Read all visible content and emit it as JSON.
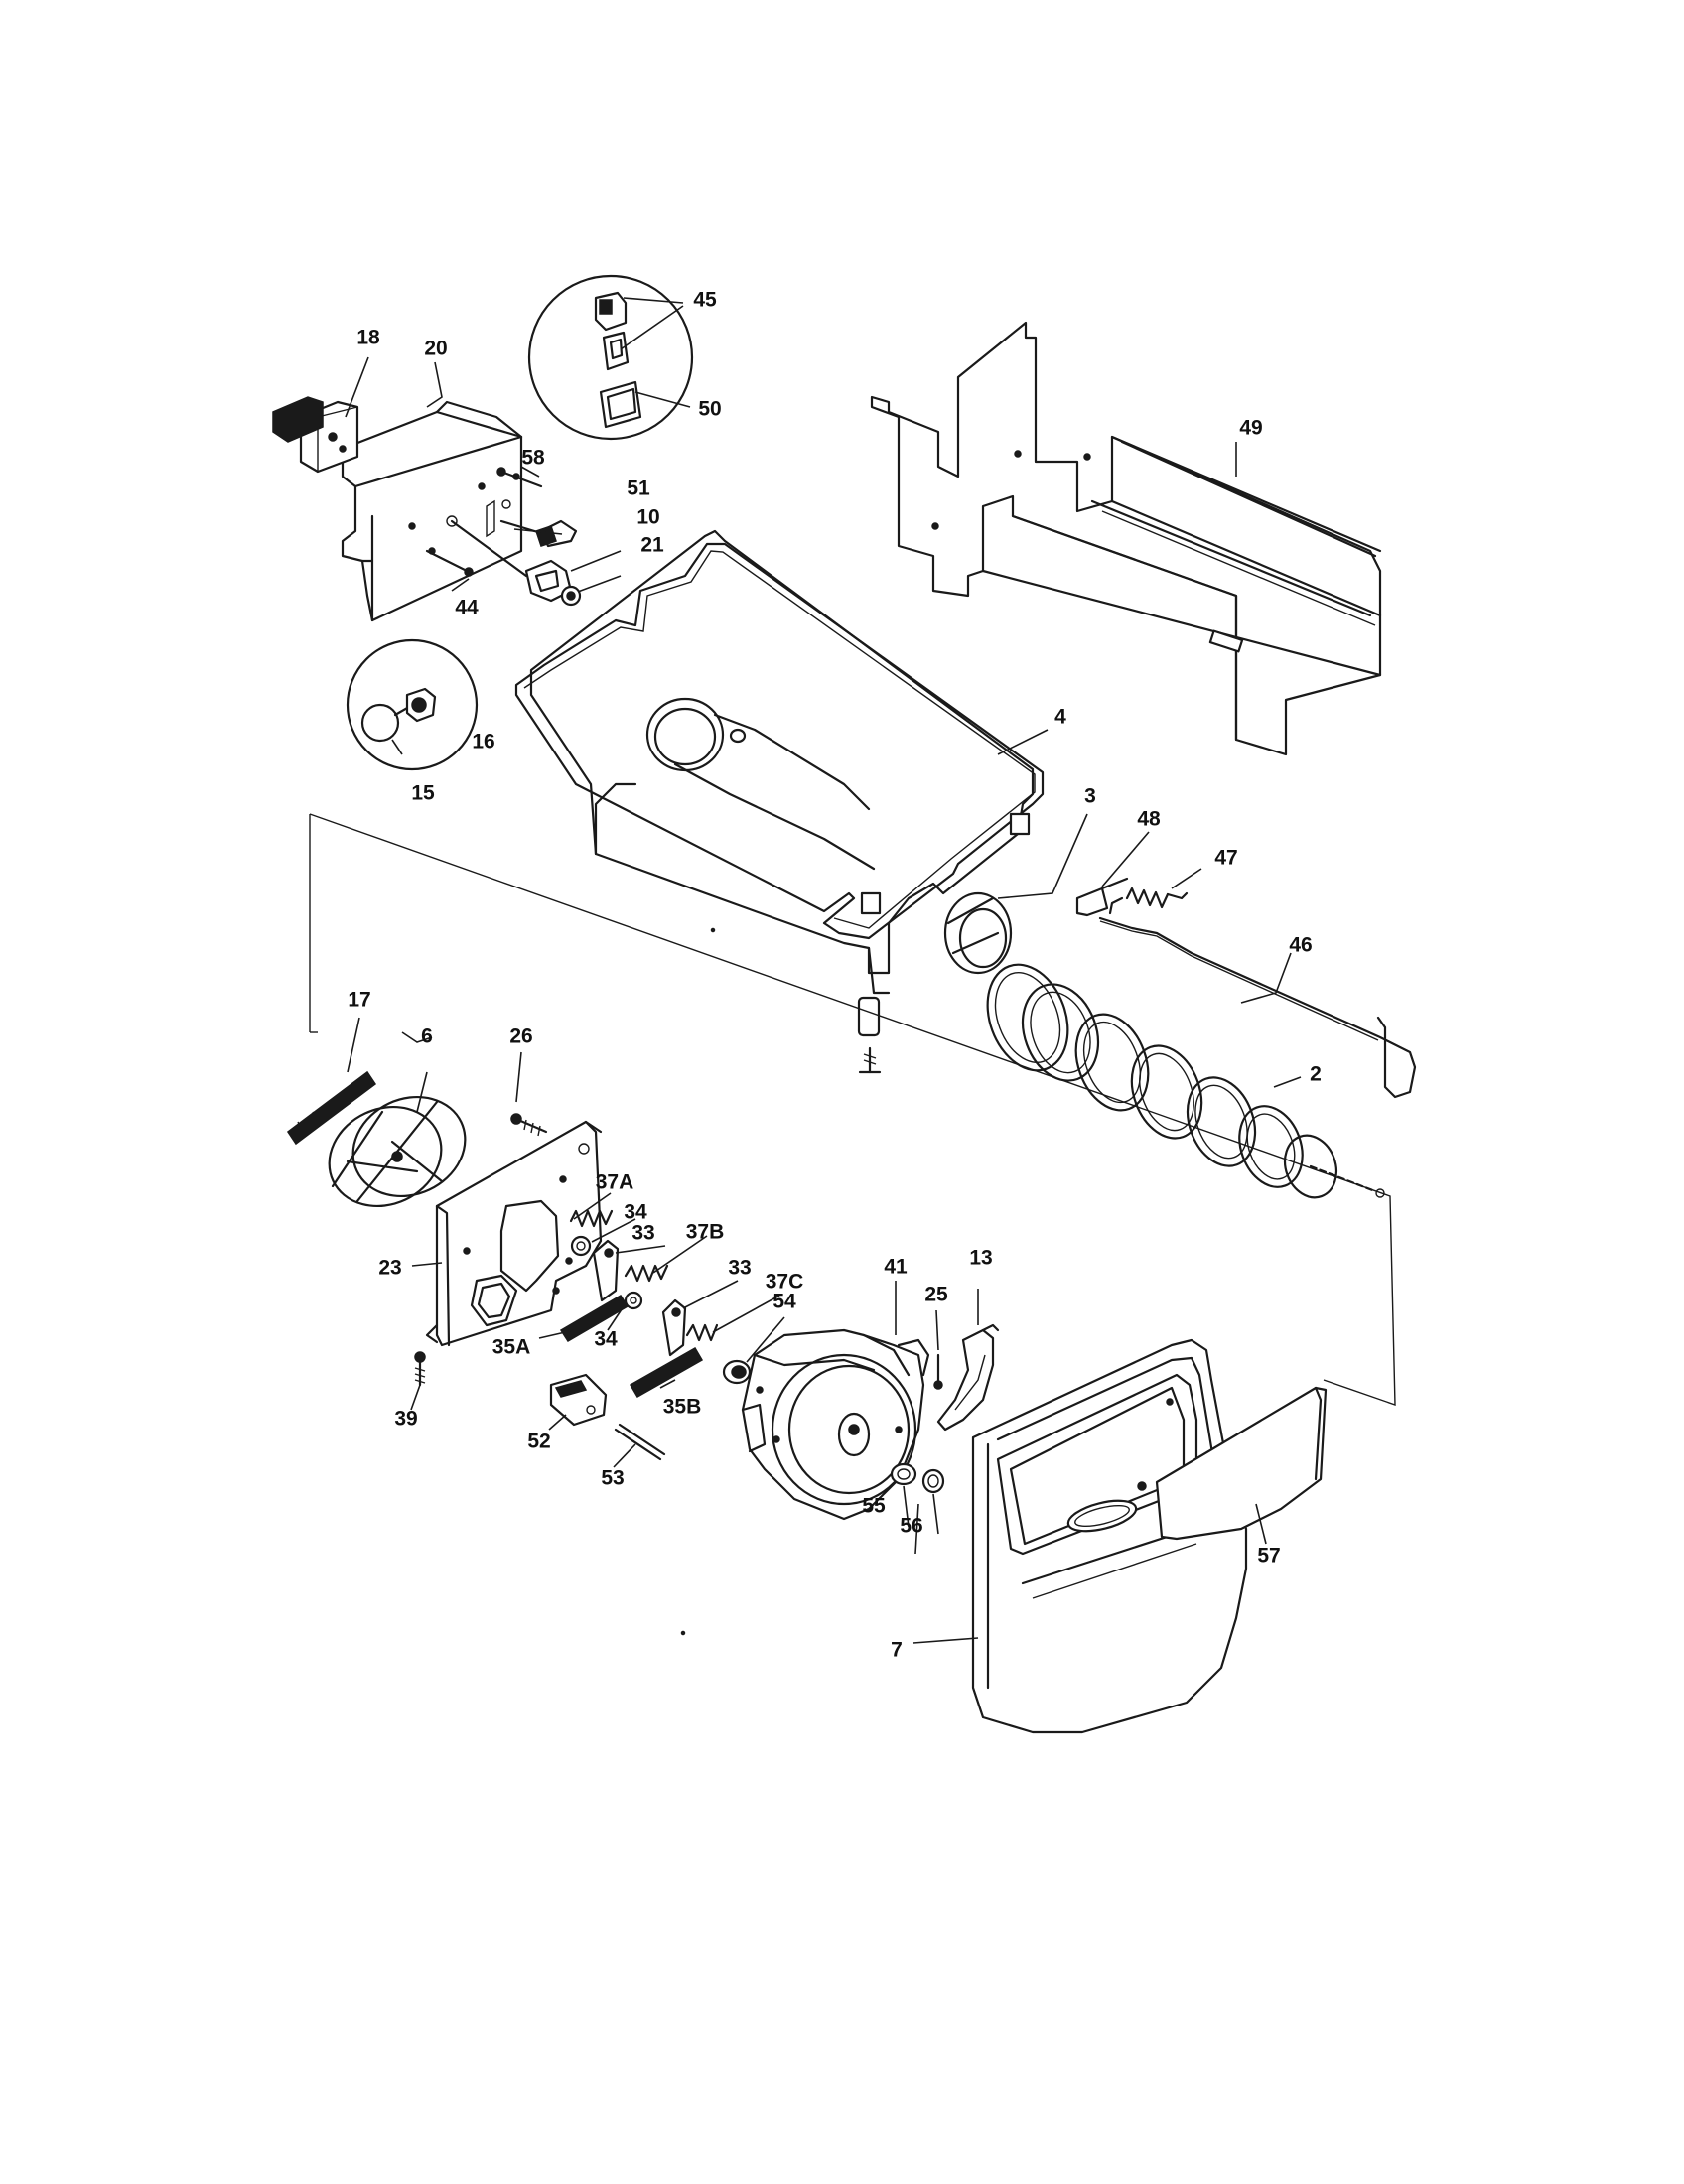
{
  "diagram": {
    "callouts": [
      {
        "id": "2",
        "label": "2"
      },
      {
        "id": "3",
        "label": "3"
      },
      {
        "id": "4",
        "label": "4"
      },
      {
        "id": "6",
        "label": "6"
      },
      {
        "id": "7",
        "label": "7"
      },
      {
        "id": "10",
        "label": "10"
      },
      {
        "id": "13",
        "label": "13"
      },
      {
        "id": "15",
        "label": "15"
      },
      {
        "id": "16",
        "label": "16"
      },
      {
        "id": "17",
        "label": "17"
      },
      {
        "id": "18",
        "label": "18"
      },
      {
        "id": "20",
        "label": "20"
      },
      {
        "id": "21",
        "label": "21"
      },
      {
        "id": "23",
        "label": "23"
      },
      {
        "id": "25",
        "label": "25"
      },
      {
        "id": "26",
        "label": "26"
      },
      {
        "id": "33a",
        "label": "33"
      },
      {
        "id": "33b",
        "label": "33"
      },
      {
        "id": "34a",
        "label": "34"
      },
      {
        "id": "34b",
        "label": "34"
      },
      {
        "id": "35A",
        "label": "35A"
      },
      {
        "id": "35B",
        "label": "35B"
      },
      {
        "id": "37A",
        "label": "37A"
      },
      {
        "id": "37B",
        "label": "37B"
      },
      {
        "id": "37C",
        "label": "37C"
      },
      {
        "id": "39",
        "label": "39"
      },
      {
        "id": "41",
        "label": "41"
      },
      {
        "id": "44",
        "label": "44"
      },
      {
        "id": "45",
        "label": "45"
      },
      {
        "id": "46",
        "label": "46"
      },
      {
        "id": "47",
        "label": "47"
      },
      {
        "id": "48",
        "label": "48"
      },
      {
        "id": "49",
        "label": "49"
      },
      {
        "id": "50",
        "label": "50"
      },
      {
        "id": "51",
        "label": "51"
      },
      {
        "id": "52",
        "label": "52"
      },
      {
        "id": "53",
        "label": "53"
      },
      {
        "id": "54",
        "label": "54"
      },
      {
        "id": "55",
        "label": "55"
      },
      {
        "id": "56",
        "label": "56"
      },
      {
        "id": "57",
        "label": "57"
      },
      {
        "id": "58",
        "label": "58"
      }
    ]
  }
}
